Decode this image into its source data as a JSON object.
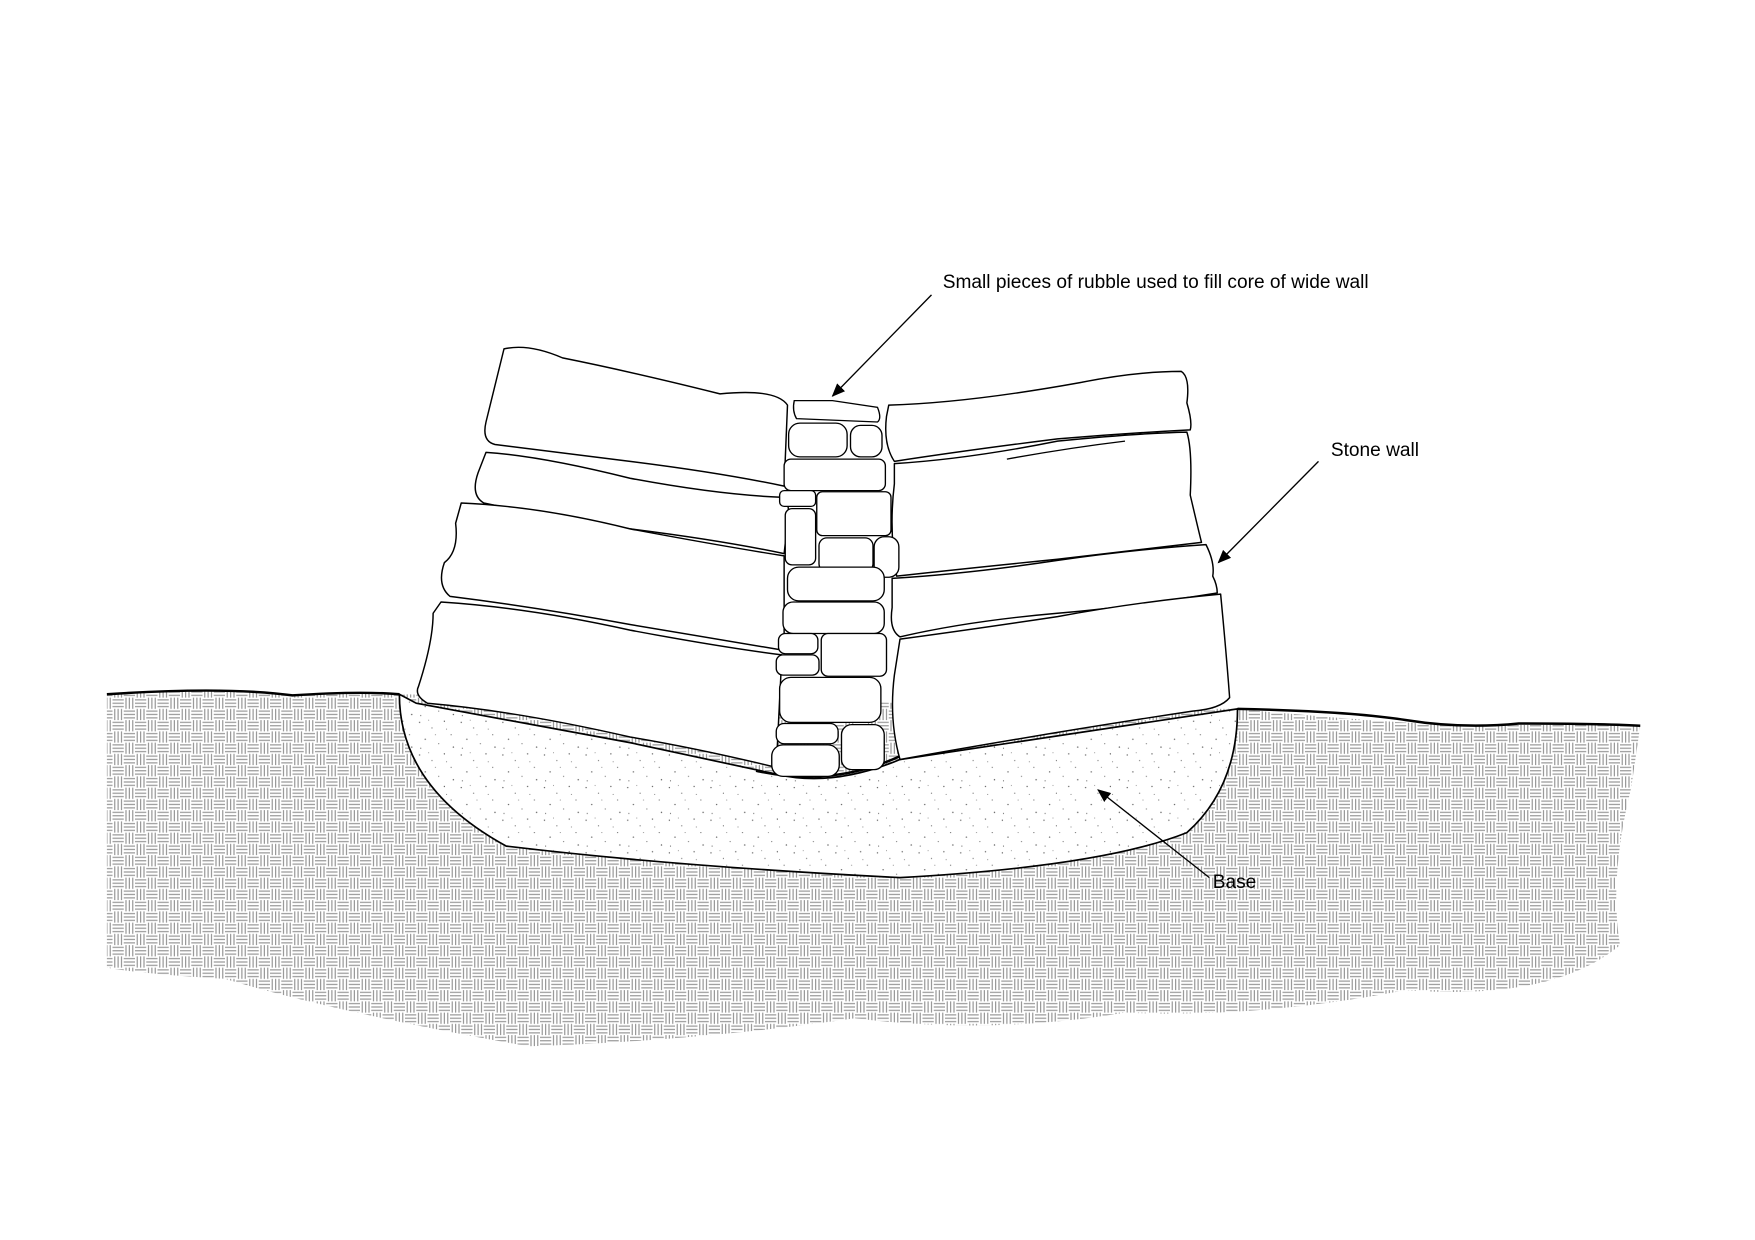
{
  "title": "Dry stone wall cross-section",
  "labels": {
    "rubble": "Small pieces of rubble used to fill core of wide wall",
    "stone_wall": "Stone wall",
    "base": "Base"
  },
  "colors": {
    "line": "#000000",
    "hatch": "#9a9a9a",
    "stipple": "#555555",
    "background": "#ffffff"
  }
}
